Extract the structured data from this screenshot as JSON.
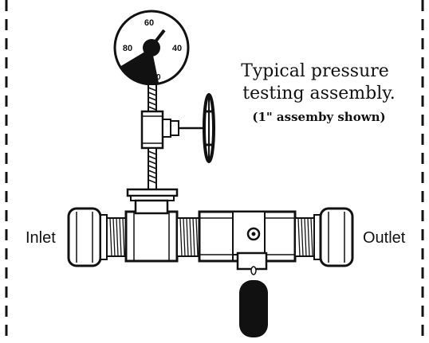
{
  "caption": {
    "line1": "Typical pressure",
    "line2": "testing assembly.",
    "line3": "(1\" assemby shown)"
  },
  "labels": {
    "inlet": "Inlet",
    "outlet": "Outlet"
  },
  "gauge": {
    "ticks": {
      "t80": "80",
      "t60": "60",
      "t40": "40",
      "t20": "20"
    }
  },
  "colors": {
    "ink": "#111111",
    "metal": "#ffffff",
    "handle": "#111111"
  }
}
